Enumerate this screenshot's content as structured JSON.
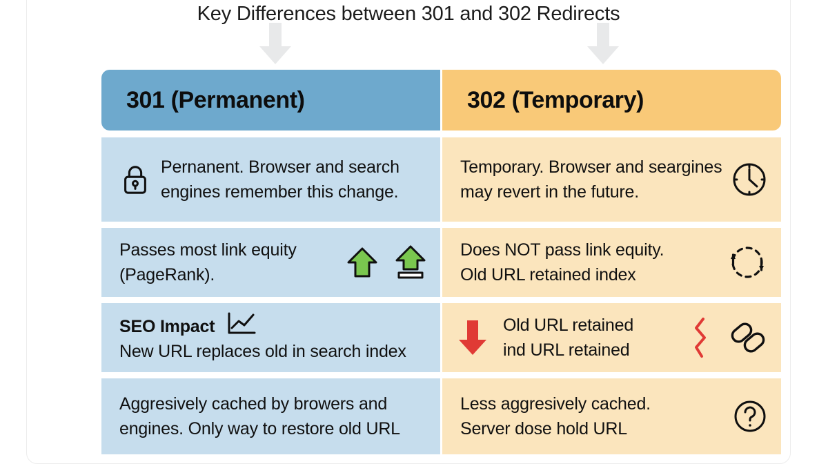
{
  "title": "Key Differences between 301 and 302 Redirects",
  "colors": {
    "header_301_bg": "#6ea9cd",
    "header_302_bg": "#f9c978",
    "body_301_bg": "#c6dded",
    "body_302_bg": "#fbe5bd",
    "arrow_gray": "#e8e9ea",
    "green_arrow": "#7ac74f",
    "red_accent": "#e03a35",
    "card_border": "#ececec"
  },
  "pointers": {
    "left_arrow_icon": "down-arrow-icon",
    "right_arrow_icon": "down-arrow-icon"
  },
  "table": {
    "headers": {
      "left": "301 (Permanent)",
      "right": "302 (Temporary)"
    },
    "rows": [
      {
        "left": {
          "icon": "lock-icon",
          "line1": "Pernanent. Browser and search",
          "line2": "engines remember this change."
        },
        "right": {
          "icon": "clock-icon",
          "line1": "Temporary. Browser and seargines",
          "line2": "may revert in the future."
        }
      },
      {
        "left": {
          "line1": "Passes most link equity",
          "line2": "(PageRank).",
          "icon1": "up-arrow-icon",
          "icon2": "upload-arrow-icon"
        },
        "right": {
          "line1": "Does NOT pass link equity.",
          "line2": "Old URL retained index",
          "icon": "refresh-cycle-icon"
        }
      },
      {
        "left": {
          "heading": "SEO Impact",
          "icon": "line-chart-icon",
          "line2": "New URL replaces old in search index"
        },
        "right": {
          "icon1": "red-down-arrow-icon",
          "line1": "Old URL retained",
          "line2": "ind URL retained",
          "icon2": "zigzag-icon",
          "icon3": "broken-link-icon"
        }
      },
      {
        "left": {
          "line1": "Aggresively cached by browers and",
          "line2": "engines. Only way to restore old URL"
        },
        "right": {
          "line1": "Less aggresively cached.",
          "line2": "Server dose hold URL",
          "icon": "question-mark-icon"
        }
      }
    ]
  }
}
